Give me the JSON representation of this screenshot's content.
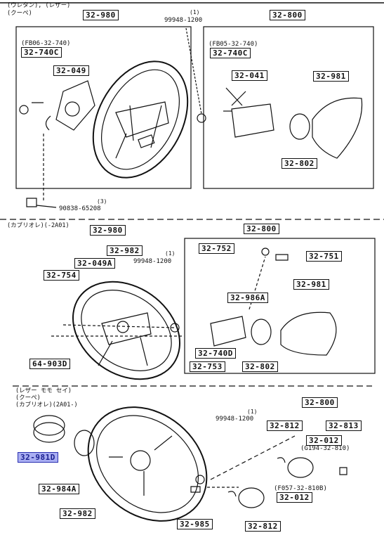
{
  "sections": [
    {
      "header_line1": "(ウレタン), (レザー)",
      "header_line2": "(クーペ)"
    },
    {
      "header_line1": "(カブリオレ)(-2A01)",
      "header_line2": ""
    },
    {
      "header_line1": "(レザー モモ セイ)",
      "header_line2": "(クーペ)",
      "header_line3": "(カブリオレ)(2A01-)"
    }
  ],
  "labels": {
    "s1_32980": "32-980",
    "s1_32800": "32-800",
    "s1_32740C_a": "32-740C",
    "s1_32049": "32-049",
    "s1_32740C_b": "32-740C",
    "s1_32041": "32-041",
    "s1_32981": "32-981",
    "s1_32802": "32-802",
    "s2_32980": "32-980",
    "s2_32800": "32-800",
    "s2_32982": "32-982",
    "s2_32752": "32-752",
    "s2_32751": "32-751",
    "s2_32049A": "32-049A",
    "s2_32754": "32-754",
    "s2_32986A": "32-986A",
    "s2_32981": "32-981",
    "s2_64903D": "64-903D",
    "s2_32740D": "32-740D",
    "s2_32753": "32-753",
    "s2_32802": "32-802",
    "s3_32800": "32-800",
    "s3_32812a": "32-812",
    "s3_32813": "32-813",
    "s3_32012a": "32-012",
    "s3_32981D": "32-981D",
    "s3_32984A": "32-984A",
    "s3_32982": "32-982",
    "s3_32985": "32-985",
    "s3_32012b": "32-012",
    "s3_32812b": "32-812"
  },
  "texts": {
    "s1_fb06": "(FB06-32-740)",
    "s1_fb05": "(FB05-32-740)",
    "s1_nut": "99948-1200",
    "s1_nut_qty": "(1)",
    "s1_bolt": "90838-65208",
    "s1_bolt_qty": "(3)",
    "s2_nut": "99948-1200",
    "s2_nut_qty": "(1)",
    "s3_nut": "99948-1200",
    "s3_nut_qty": "(1)",
    "s3_g194": "(G194-32-810)",
    "s3_f057": "(F057-32-810B)"
  },
  "colors": {
    "ink": "#111111",
    "highlight_fill": "#a9aef2",
    "highlight_border": "#2a2fb0"
  }
}
